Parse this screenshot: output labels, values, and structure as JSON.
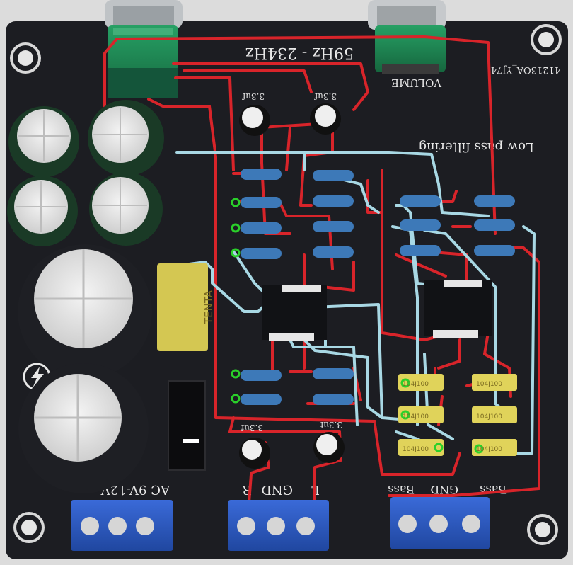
{
  "board": {
    "label_freq_range": "59Hz - 234Hz",
    "label_volume": "VOLUME",
    "label_lowpass": "Low pass filtering",
    "label_board_id": "41213OA_YJ74",
    "label_ac_input": "AC  9V-12V",
    "label_r": "R",
    "label_gnd": "GND",
    "label_l": "L",
    "label_bass_left": "Bass",
    "label_gnd_bass": "GND",
    "label_bass_right": "Bass",
    "cap_value": "3.3uf",
    "film_cap_brand": "TENTA",
    "film_cap_value": "104J100"
  },
  "colors": {
    "pcb": "#1c1d22",
    "trace_red": "#d8242a",
    "trace_cyan": "#a8d8e4",
    "marker_green": "#2ad02a",
    "terminal_blue": "#2f5bc6",
    "pot_green": "#1f8a55",
    "resistor_blue": "#3d79b8",
    "film_cap_yellow": "#e0d35a"
  }
}
